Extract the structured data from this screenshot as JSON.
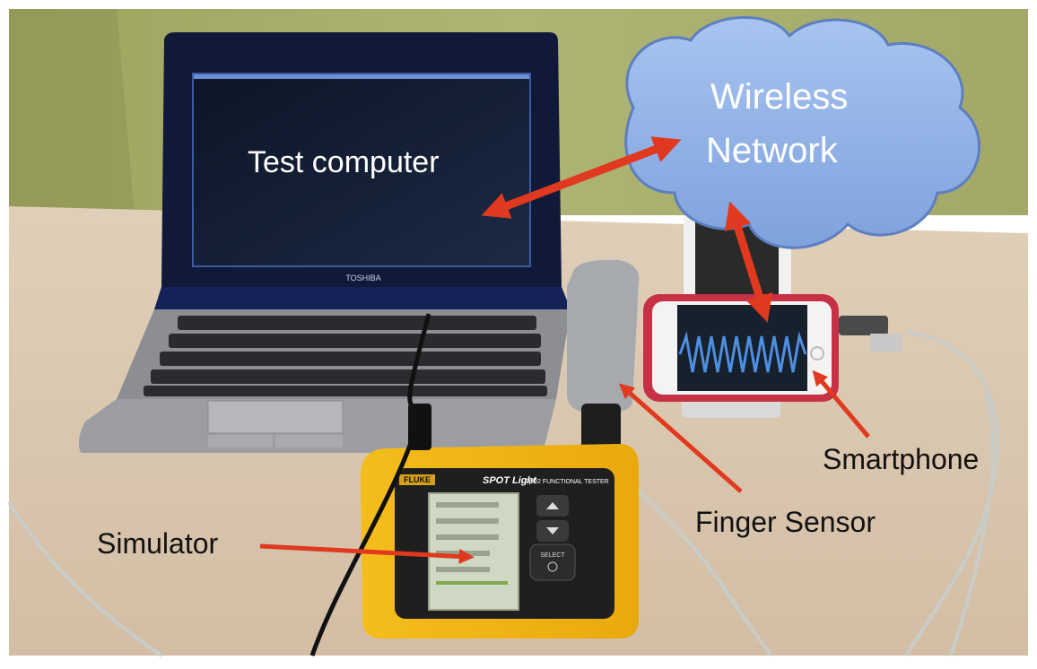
{
  "labels": {
    "test_computer": "Test computer",
    "wireless_line1": "Wireless",
    "wireless_line2": "Network",
    "smartphone": "Smartphone",
    "finger_sensor": "Finger Sensor",
    "simulator": "Simulator"
  },
  "device_text": {
    "laptop_brand": "TOSHIBA",
    "tester_brand": "FLUKE",
    "tester_model": "SPOT Light",
    "tester_subtitle": "SpO2 FUNCTIONAL TESTER",
    "select_button": "SELECT"
  },
  "colors": {
    "wall": "#a8ad6e",
    "desk": "#d9c6ae",
    "arrow": "#e0391f",
    "cloud": "#8fb1e6",
    "tester_yellow": "#f2b416"
  }
}
